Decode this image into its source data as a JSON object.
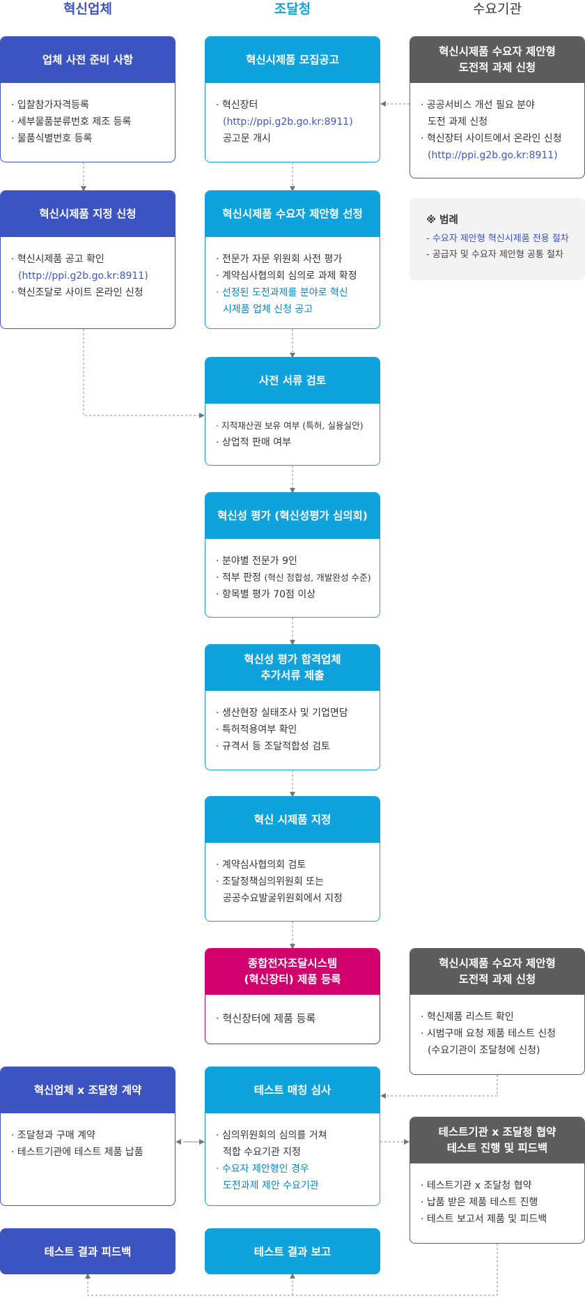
{
  "columns": {
    "vendor": "혁신업체",
    "pps": "조달청",
    "demand": "수요기관"
  },
  "colors": {
    "vendor_header": "#3c54c2",
    "pps_header": "#0ea3dc",
    "demand_header": "#5d5d5d",
    "registration_header": "#d2006c"
  },
  "boxes": {
    "vendor_prep": {
      "title": "업체 사전 준비 사항",
      "lines": [
        "· 입찰참가자격등록",
        "· 세부물품분류번호 제조 등록",
        "· 물품식별번호 등록"
      ]
    },
    "vendor_apply": {
      "title": "혁신시제품 지정 신청",
      "line1": "· 혁신시제품 공고 확인",
      "link": "(http://ppi.g2b.go.kr:8911)",
      "line2": "· 혁신조달로 사이트 온라인 신청"
    },
    "recruit": {
      "title": "혁신시제품 모집공고",
      "line1": "· 혁신장터",
      "link": "(http://ppi.g2b.go.kr:8911)",
      "line2": "공고문 개시"
    },
    "demand_proposal": {
      "title_l1": "혁신시제품 수요자 제안형",
      "title_l2": "도전적 과제 신청",
      "line1": "· 공공서비스 개선 필요 분야",
      "line1b": "도전 과제 신청",
      "line2": "· 혁신장터 사이트에서 온라인 신청",
      "link": "(http://ppi.g2b.go.kr:8911)"
    },
    "legend": {
      "title": "※ 범례",
      "item1": "- 수요자 제안형 혁신시제품 전용 절차",
      "item2": "- 공급자 및 수요자 제안형 공통 절차"
    },
    "selection": {
      "title": "혁신시제품 수요자 제안형 선정",
      "line1": "· 전문가 자문 위원회 사전 평가",
      "line2": "· 계약심사협의회 심의로 과제 확정",
      "line3": "· 선정된 도전과제를 분야로 혁신",
      "line3b": "시제품 업체 신청 공고"
    },
    "doc_review": {
      "title": "사전 서류 검토",
      "line1": "· 지적재산권 보유 여부 (특허, 실용실안)",
      "line2": "· 상업적 판매 여부"
    },
    "innovation_eval": {
      "title": "혁신성 평가 (혁신성평가 심의회)",
      "line1": "· 분야별 전문가 9인",
      "line2_a": "· 적부 판정 ",
      "line2_b": "(혁신 정합성, 개발완성 수준)",
      "line3": "· 항목별 평가 70점 이상"
    },
    "additional_docs": {
      "title_l1": "혁신성 평가 합격업체",
      "title_l2": "추가서류 제출",
      "line1": "· 생산현장 실태조사 및 기업면담",
      "line2": "· 특허적용여부 확인",
      "line3": "· 규격서 등 조달적합성 검토"
    },
    "designation": {
      "title": "혁신 시제품 지정",
      "line1": "· 계약심사협의회 검토",
      "line2": "· 조달정책심의위원회 또는",
      "line2b": "공공수요발굴위원회에서 지정"
    },
    "registration": {
      "title_l1": "종합전자조달시스템",
      "title_l2": "(혁신장터) 제품 등록",
      "line1": "· 혁신장터에 제품 등록"
    },
    "demand_proposal2": {
      "title_l1": "혁신시제품 수요자 제안형",
      "title_l2": "도전적 과제 신청",
      "line1": "· 혁신제품 리스트 확인",
      "line2": "· 시범구매 요청 제품 테스트 신청",
      "line2b": "(수요기관이 조달청에 신청)"
    },
    "contract": {
      "title": "혁신업체 x 조달청 계약",
      "line1": "· 조달청과 구매 계약",
      "line2": "· 테스트기관에 테스트 제품 납품"
    },
    "matching": {
      "title": "테스트 매칭 심사",
      "line1": "· 심의위원회의 심의를 거쳐",
      "line1b": "적합 수요기관 지정",
      "line2": "· 수요자 제안형인 경우",
      "line2b": "도전과제 제안 수요기관"
    },
    "test_agency": {
      "title_l1": "테스트기관 x 조달청 협약",
      "title_l2": "테스트 진행 및 피드백",
      "line1": "· 테스트기관 x 조달청 협약",
      "line2": "· 납품 받은 제품 테스트 진행",
      "line3": "· 테스트 보고서 제품 및 피드백"
    },
    "feedback": {
      "title": "테스트 결과 피드백"
    },
    "report": {
      "title": "테스트 결과 보고"
    }
  }
}
